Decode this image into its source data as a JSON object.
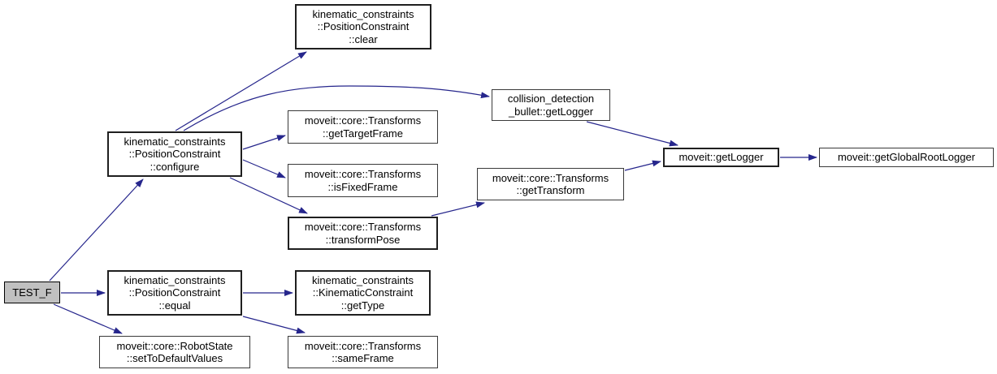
{
  "diagram": {
    "type": "doxygen-call-graph",
    "background_color": "#ffffff",
    "edge_color": "#26268c",
    "node_border_color": "#3a3a3a",
    "root_fill_color": "#c0c0c0",
    "text_color": "#000000"
  },
  "nodes": {
    "test_f": {
      "lines": [
        "TEST_F"
      ]
    },
    "clear": {
      "lines": [
        "kinematic_constraints",
        "::PositionConstraint",
        "::clear"
      ]
    },
    "configure": {
      "lines": [
        "kinematic_constraints",
        "::PositionConstraint",
        "::configure"
      ]
    },
    "collision_get_logger": {
      "lines": [
        "collision_detection",
        "_bullet::getLogger"
      ]
    },
    "get_target_frame": {
      "lines": [
        "moveit::core::Transforms",
        "::getTargetFrame"
      ]
    },
    "is_fixed_frame": {
      "lines": [
        "moveit::core::Transforms",
        "::isFixedFrame"
      ]
    },
    "transform_pose": {
      "lines": [
        "moveit::core::Transforms",
        "::transformPose"
      ]
    },
    "get_transform": {
      "lines": [
        "moveit::core::Transforms",
        "::getTransform"
      ]
    },
    "moveit_get_logger": {
      "lines": [
        "moveit::getLogger"
      ]
    },
    "get_global_root_logger": {
      "lines": [
        "moveit::getGlobalRootLogger"
      ]
    },
    "equal": {
      "lines": [
        "kinematic_constraints",
        "::PositionConstraint",
        "::equal"
      ]
    },
    "get_type": {
      "lines": [
        "kinematic_constraints",
        "::KinematicConstraint",
        "::getType"
      ]
    },
    "set_to_default_values": {
      "lines": [
        "moveit::core::RobotState",
        "::setToDefaultValues"
      ]
    },
    "same_frame": {
      "lines": [
        "moveit::core::Transforms",
        "::sameFrame"
      ]
    }
  },
  "edges": [
    {
      "from": "test_f",
      "to": "configure"
    },
    {
      "from": "test_f",
      "to": "equal"
    },
    {
      "from": "test_f",
      "to": "set_to_default_values"
    },
    {
      "from": "configure",
      "to": "clear"
    },
    {
      "from": "configure",
      "to": "collision_get_logger"
    },
    {
      "from": "configure",
      "to": "get_target_frame"
    },
    {
      "from": "configure",
      "to": "is_fixed_frame"
    },
    {
      "from": "configure",
      "to": "transform_pose"
    },
    {
      "from": "collision_get_logger",
      "to": "moveit_get_logger"
    },
    {
      "from": "transform_pose",
      "to": "get_transform"
    },
    {
      "from": "get_transform",
      "to": "moveit_get_logger"
    },
    {
      "from": "moveit_get_logger",
      "to": "get_global_root_logger"
    },
    {
      "from": "equal",
      "to": "get_type"
    },
    {
      "from": "equal",
      "to": "same_frame"
    }
  ]
}
